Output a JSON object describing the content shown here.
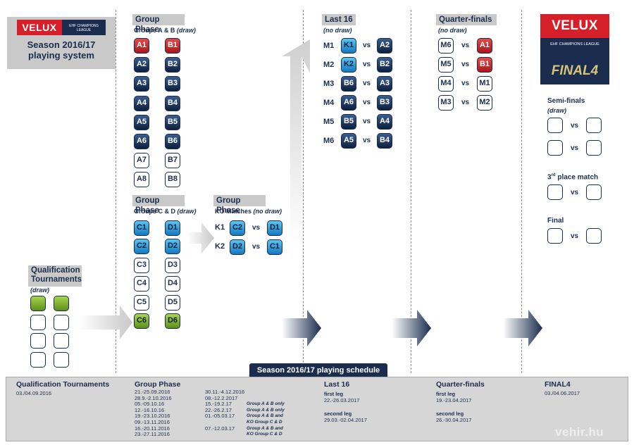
{
  "logo": {
    "brand": "VELUX",
    "cl_text": "EHF CHAMPIONS LEAGUE"
  },
  "season": {
    "line1": "Season 2016/17",
    "line2": "playing system"
  },
  "qualification": {
    "title_line1": "Qualification",
    "title_line2": "Tournaments",
    "note": "(draw)"
  },
  "groupAB": {
    "title": "Group Phase",
    "sub": "Groups A & B",
    "note": "(draw)",
    "left": [
      "A1",
      "A2",
      "A3",
      "A4",
      "A5",
      "A6",
      "A7",
      "A8"
    ],
    "right": [
      "B1",
      "B2",
      "B3",
      "B4",
      "B5",
      "B6",
      "B7",
      "B8"
    ]
  },
  "groupCD": {
    "title": "Group Phase",
    "sub": "Groups C & D",
    "note": "(draw)",
    "left": [
      "C1",
      "C2",
      "C3",
      "C4",
      "C5",
      "C6"
    ],
    "right": [
      "D1",
      "D2",
      "D3",
      "D4",
      "D5",
      "D6"
    ]
  },
  "ko": {
    "title": "Group Phase",
    "sub": "KO Matches",
    "note": "(no draw)",
    "matches": [
      {
        "label": "K1",
        "home": "C2",
        "away": "D1"
      },
      {
        "label": "K2",
        "home": "D2",
        "away": "C1"
      }
    ]
  },
  "last16": {
    "title": "Last 16",
    "note": "(no draw)",
    "matches": [
      {
        "label": "M1",
        "home": "K1",
        "away": "A2"
      },
      {
        "label": "M2",
        "home": "K2",
        "away": "B2"
      },
      {
        "label": "M3",
        "home": "B6",
        "away": "A3"
      },
      {
        "label": "M4",
        "home": "A6",
        "away": "B3"
      },
      {
        "label": "M5",
        "home": "B5",
        "away": "A4"
      },
      {
        "label": "M6",
        "home": "A5",
        "away": "B4"
      }
    ]
  },
  "quarter": {
    "title": "Quarter-finals",
    "note": "(no draw)",
    "matches": [
      {
        "home": "M6",
        "away": "A1"
      },
      {
        "home": "M5",
        "away": "B1"
      },
      {
        "home": "M4",
        "away": "M1"
      },
      {
        "home": "M3",
        "away": "M2"
      }
    ]
  },
  "final4": {
    "brand": "VELUX",
    "cl_text": "EHF CHAMPIONS LEAGUE",
    "title": "FINAL4",
    "semi_title": "Semi-finals",
    "semi_note": "(draw)",
    "third_title": "3",
    "third_sup": "rd",
    "third_rest": " place match",
    "final_title": "Final"
  },
  "vs": "vs",
  "schedule": {
    "tab": "Season 2016/17 playing schedule",
    "qual": {
      "title": "Qualification Tournaments",
      "dates": "03./04.09.2016"
    },
    "group": {
      "title": "Group Phase",
      "col1": [
        "21.-25.09.2016",
        "28.9.-2.10.2016",
        "05.-09.10.16",
        "12.-16.10.16",
        "19.-23.10.2016",
        "09.-13.11.2016",
        "16.-20.11.2016",
        "23.-27.11.2016"
      ],
      "col2": [
        "30.11.-4.12.2016",
        "08.-12.2.2017",
        "15.-19.2.17",
        "22.-26.2.17",
        "01.-05.03.17",
        "",
        "07.-12.03.17",
        ""
      ],
      "col3": [
        "",
        "",
        "Group A & B only",
        "Group A & B only",
        "Group A & B and",
        "KO Group C & D",
        "Group A & B and",
        "KO Group C & D"
      ]
    },
    "last16": {
      "title": "Last 16",
      "leg1_label": "first leg",
      "leg1": "22.-26.03.2017",
      "leg2_label": "second leg",
      "leg2": "29.03.-02.04.2017"
    },
    "quarter": {
      "title": "Quarter-finals",
      "leg1_label": "first leg",
      "leg1": "19.-23.04.2017",
      "leg2_label": "second leg",
      "leg2": "26.-30.04.2017"
    },
    "final4": {
      "title": "FINAL4",
      "dates": "03./04.06.2017"
    }
  },
  "watermark": "vehir.hu",
  "colors": {
    "navy": "#1b2d4e",
    "red": "#d5202a",
    "blue": "#1478be",
    "green": "#7cb028",
    "grey": "#c9c9c9"
  }
}
